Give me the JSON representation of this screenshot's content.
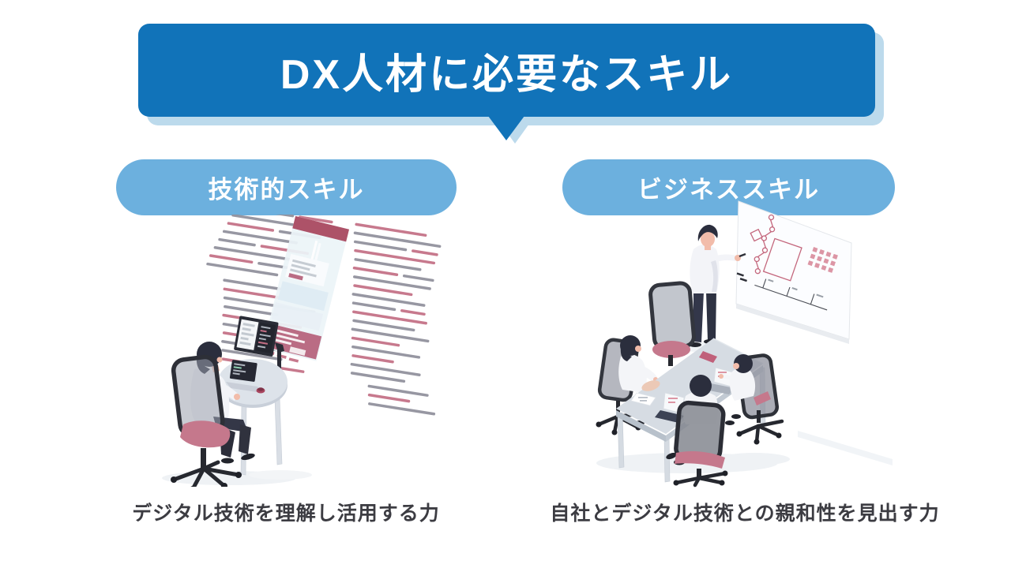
{
  "header": {
    "title": "DX人材に必要なスキル"
  },
  "skills": {
    "technical": {
      "label": "技術的スキル",
      "caption": "デジタル技術を理解し活用する力",
      "illustration": "developer-coding-at-desk-with-floating-code-screens"
    },
    "business": {
      "label": "ビジネススキル",
      "caption": "自社とデジタル技術との親和性を見出す力",
      "illustration": "team-meeting-with-presenter-at-whiteboard"
    }
  },
  "colors": {
    "header_blue": "#1173b9",
    "header_shadow_blue": "#bcdaec",
    "pill_blue": "#6cb0de",
    "title_text": "#ffffff",
    "caption_text": "#3c3c42",
    "illustration_pink": "#c36e84",
    "illustration_rose": "#b5607a",
    "illustration_dark": "#2b2e3d",
    "background": "#ffffff"
  }
}
